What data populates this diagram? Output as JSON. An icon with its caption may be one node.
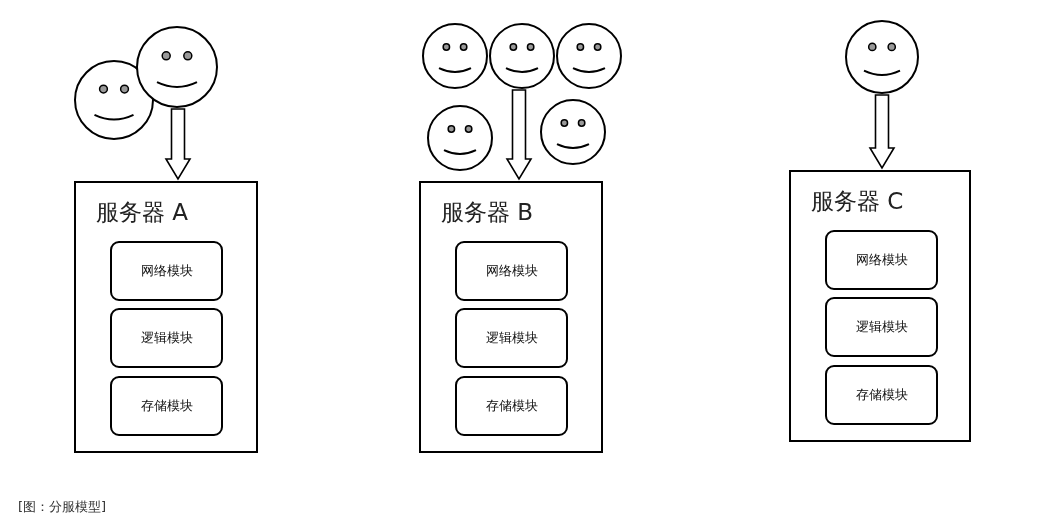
{
  "diagram": {
    "caption": "[图：分服模型]",
    "nodes": [
      {
        "text": [],
        "shape": "person"
      },
      {
        "text": [],
        "shape": "person"
      },
      {
        "text": [
          "服务器 A"
        ]
      },
      {
        "text": [
          "网络模块"
        ],
        "in": 2
      },
      {
        "text": [
          "逻辑模块"
        ],
        "in": 2
      },
      {
        "text": [
          "存储模块"
        ],
        "in": 2
      },
      {
        "text": [],
        "shape": "person"
      },
      {
        "text": [],
        "shape": "person"
      },
      {
        "text": [],
        "shape": "person"
      },
      {
        "text": [],
        "shape": "person"
      },
      {
        "text": [],
        "shape": "person"
      },
      {
        "text": [
          "服务器 B"
        ]
      },
      {
        "text": [
          "网络模块"
        ],
        "in": 11
      },
      {
        "text": [
          "逻辑模块"
        ],
        "in": 11
      },
      {
        "text": [
          "存储模块"
        ],
        "in": 11
      },
      {
        "text": [],
        "shape": "person"
      },
      {
        "text": [
          "服务器 C"
        ]
      },
      {
        "text": [
          "网络模块"
        ],
        "in": 16
      },
      {
        "text": [
          "逻辑模块"
        ],
        "in": 16
      },
      {
        "text": [
          "存储模块"
        ],
        "in": 16
      }
    ],
    "edges": [
      {
        "from": 1,
        "to": 2,
        "arrow": "to"
      },
      {
        "from": 7,
        "to": 11,
        "arrow": "to"
      },
      {
        "from": 15,
        "to": 16,
        "arrow": "to"
      }
    ]
  }
}
